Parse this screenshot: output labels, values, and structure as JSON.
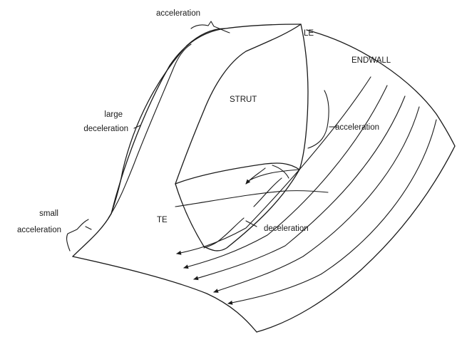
{
  "labels": {
    "acceleration_top": "acceleration",
    "le": "LE",
    "endwall": "ENDWALL",
    "strut": "STRUT",
    "large": "large",
    "deceleration_left": "deceleration",
    "acceleration_right": "acceleration",
    "te": "TE",
    "deceleration_bottom": "deceleration",
    "small": "small",
    "acceleration_left": "acceleration"
  }
}
